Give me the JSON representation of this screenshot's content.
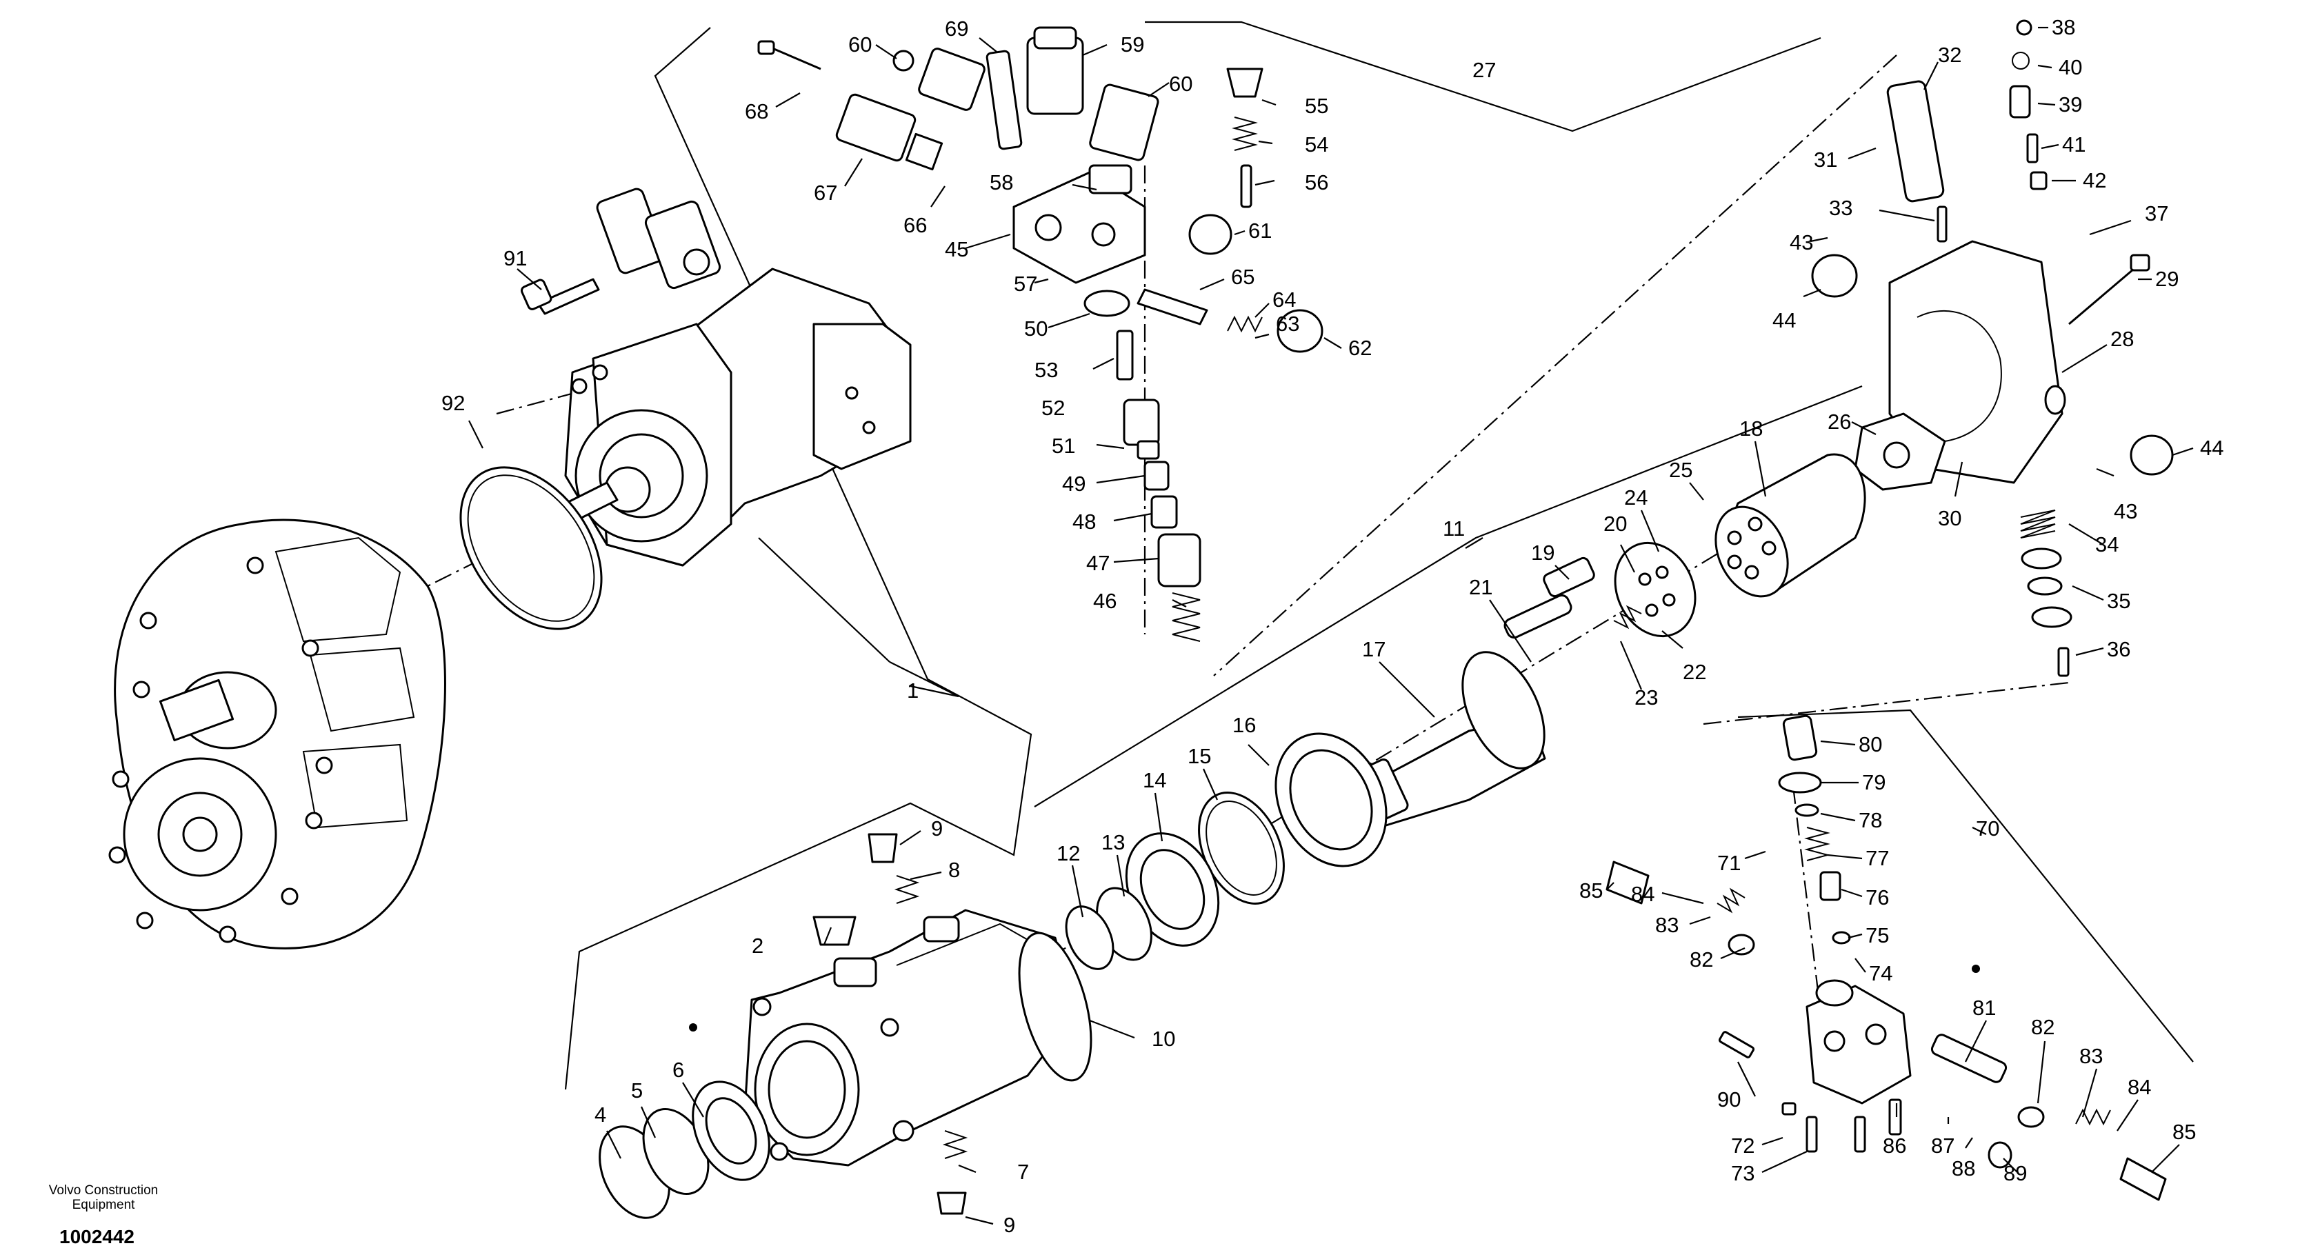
{
  "brand": {
    "line1": "Volvo Construction",
    "line2": "Equipment"
  },
  "document_number": "1002442",
  "callouts": [
    {
      "id": "c1",
      "text": "1"
    },
    {
      "id": "c2",
      "text": "2"
    },
    {
      "id": "c4",
      "text": "4"
    },
    {
      "id": "c5",
      "text": "5"
    },
    {
      "id": "c6",
      "text": "6"
    },
    {
      "id": "c7",
      "text": "7"
    },
    {
      "id": "c8",
      "text": "8"
    },
    {
      "id": "c9a",
      "text": "9"
    },
    {
      "id": "c9b",
      "text": "9"
    },
    {
      "id": "c10",
      "text": "10"
    },
    {
      "id": "c11",
      "text": "11"
    },
    {
      "id": "c12",
      "text": "12"
    },
    {
      "id": "c13",
      "text": "13"
    },
    {
      "id": "c14",
      "text": "14"
    },
    {
      "id": "c15",
      "text": "15"
    },
    {
      "id": "c16",
      "text": "16"
    },
    {
      "id": "c17",
      "text": "17"
    },
    {
      "id": "c18",
      "text": "18"
    },
    {
      "id": "c19",
      "text": "19"
    },
    {
      "id": "c20",
      "text": "20"
    },
    {
      "id": "c21",
      "text": "21"
    },
    {
      "id": "c22",
      "text": "22"
    },
    {
      "id": "c23",
      "text": "23"
    },
    {
      "id": "c24",
      "text": "24"
    },
    {
      "id": "c25",
      "text": "25"
    },
    {
      "id": "c26",
      "text": "26"
    },
    {
      "id": "c27",
      "text": "27"
    },
    {
      "id": "c28",
      "text": "28"
    },
    {
      "id": "c29",
      "text": "29"
    },
    {
      "id": "c30",
      "text": "30"
    },
    {
      "id": "c31",
      "text": "31"
    },
    {
      "id": "c32",
      "text": "32"
    },
    {
      "id": "c33",
      "text": "33"
    },
    {
      "id": "c34",
      "text": "34"
    },
    {
      "id": "c35",
      "text": "35"
    },
    {
      "id": "c36",
      "text": "36"
    },
    {
      "id": "c37",
      "text": "37"
    },
    {
      "id": "c38",
      "text": "38"
    },
    {
      "id": "c39",
      "text": "39"
    },
    {
      "id": "c40",
      "text": "40"
    },
    {
      "id": "c41",
      "text": "41"
    },
    {
      "id": "c42",
      "text": "42"
    },
    {
      "id": "c43a",
      "text": "43"
    },
    {
      "id": "c43b",
      "text": "43"
    },
    {
      "id": "c44a",
      "text": "44"
    },
    {
      "id": "c44b",
      "text": "44"
    },
    {
      "id": "c45",
      "text": "45"
    },
    {
      "id": "c46",
      "text": "46"
    },
    {
      "id": "c47",
      "text": "47"
    },
    {
      "id": "c48",
      "text": "48"
    },
    {
      "id": "c49",
      "text": "49"
    },
    {
      "id": "c50",
      "text": "50"
    },
    {
      "id": "c51",
      "text": "51"
    },
    {
      "id": "c52",
      "text": "52"
    },
    {
      "id": "c53",
      "text": "53"
    },
    {
      "id": "c54",
      "text": "54"
    },
    {
      "id": "c55",
      "text": "55"
    },
    {
      "id": "c56",
      "text": "56"
    },
    {
      "id": "c57",
      "text": "57"
    },
    {
      "id": "c58",
      "text": "58"
    },
    {
      "id": "c59",
      "text": "59"
    },
    {
      "id": "c60a",
      "text": "60"
    },
    {
      "id": "c60b",
      "text": "60"
    },
    {
      "id": "c61",
      "text": "61"
    },
    {
      "id": "c62",
      "text": "62"
    },
    {
      "id": "c63",
      "text": "63"
    },
    {
      "id": "c64",
      "text": "64"
    },
    {
      "id": "c65",
      "text": "65"
    },
    {
      "id": "c66",
      "text": "66"
    },
    {
      "id": "c67",
      "text": "67"
    },
    {
      "id": "c68",
      "text": "68"
    },
    {
      "id": "c69",
      "text": "69"
    },
    {
      "id": "c70",
      "text": "70"
    },
    {
      "id": "c71",
      "text": "71"
    },
    {
      "id": "c72",
      "text": "72"
    },
    {
      "id": "c73",
      "text": "73"
    },
    {
      "id": "c74",
      "text": "74"
    },
    {
      "id": "c75",
      "text": "75"
    },
    {
      "id": "c76",
      "text": "76"
    },
    {
      "id": "c77",
      "text": "77"
    },
    {
      "id": "c78",
      "text": "78"
    },
    {
      "id": "c79",
      "text": "79"
    },
    {
      "id": "c80",
      "text": "80"
    },
    {
      "id": "c81",
      "text": "81"
    },
    {
      "id": "c82a",
      "text": "82"
    },
    {
      "id": "c82b",
      "text": "82"
    },
    {
      "id": "c83a",
      "text": "83"
    },
    {
      "id": "c83b",
      "text": "83"
    },
    {
      "id": "c84a",
      "text": "84"
    },
    {
      "id": "c84b",
      "text": "84"
    },
    {
      "id": "c85a",
      "text": "85"
    },
    {
      "id": "c85b",
      "text": "85"
    },
    {
      "id": "c86",
      "text": "86"
    },
    {
      "id": "c87",
      "text": "87"
    },
    {
      "id": "c88",
      "text": "88"
    },
    {
      "id": "c89",
      "text": "89"
    },
    {
      "id": "c90",
      "text": "90"
    },
    {
      "id": "c91",
      "text": "91"
    },
    {
      "id": "c92",
      "text": "92"
    }
  ]
}
